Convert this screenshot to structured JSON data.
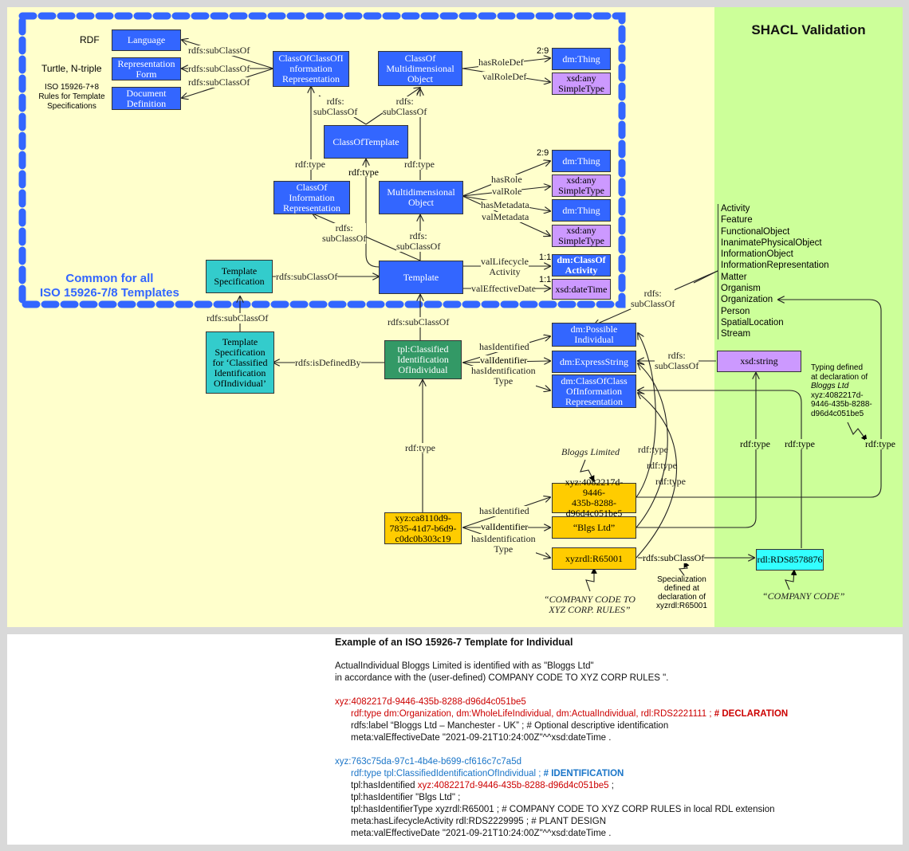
{
  "panels": {
    "shacl_title": "SHACL Validation",
    "common_label": "Common for all\nISO 15926-7/8 Templates"
  },
  "side_notes": {
    "rdf": "RDF",
    "turtle": "Turtle, N-triple",
    "iso_rules": "ISO 15926-7+8\nRules for Template\nSpecifications"
  },
  "nodes": {
    "language": "Language",
    "representation_form": "Representation\nForm",
    "document_definition": "Document\nDefinition",
    "class_of_class_of_info_rep": "ClassOfClassOfI\nnformation\nRepresentation",
    "class_of_multidim_object": "ClassOf\nMultidimensional\nObject",
    "dm_thing_1": "dm:Thing",
    "xsd_any_1": "xsd:any\nSimpleType",
    "class_of_template": "ClassOfTemplate",
    "class_of_info_rep": "ClassOf\nInformation\nRepresentation",
    "multidim_object": "Multidimensional\nObject",
    "dm_thing_2": "dm:Thing",
    "xsd_any_2": "xsd:any\nSimpleType",
    "dm_thing_3": "dm:Thing",
    "xsd_any_3": "xsd:any\nSimpleType",
    "template_specification": "Template\nSpecification",
    "template": "Template",
    "dm_class_of_activity": "dm:ClassOf\nActivity",
    "xsd_datetime": "xsd:dateTime",
    "template_spec_cioi": "Template\nSpecification\nfor ‘Classified\nIdentification\nOfIndividual’",
    "tpl_cioi": "tpl:Classified\nIdentification\nOfIndividual",
    "dm_possible_individual": "dm:Possible\nIndividual",
    "dm_express_string": "dm:ExpressString",
    "dm_cocoir": "dm:ClassOfClass\nOfInformation\nRepresentation",
    "xsd_string": "xsd:string",
    "xyz_instance": "xyz:ca8110d9-\n7835-41d7-b6d9-\nc0dc0b303c19",
    "xyz_bloggs": "xyz:4082217d-9446-\n435b-8288-\nd96d4c051be5",
    "blgs_ltd": "“Blgs Ltd”",
    "xyzrdl": "xyzrdl:R65001",
    "rdl_rds": "rdl:RDS8578876"
  },
  "edge_labels": {
    "subclass_1": "rdfs:subClassOf",
    "subclass_2": "rdfs:subClassOf",
    "subclass_3": "rdfs:subClassOf",
    "rdfs_subclass_split_a": "rdfs:\nsubClassOf",
    "rdfs_subclass_split_b": "rdfs:\nsubClassOf",
    "rdfs_subclass_split_c": "rdfs:\nsubClassOf",
    "rdfs_subclass_split_d": "rdfs:\nsubClassOf",
    "rdfs_subclass_split_e": "rdfs:\nsubClassOf",
    "rdfs_subclass_split_f": "rdfs:\nsubClassOf",
    "has_role_def": "hasRoleDef",
    "val_role_def": "valRoleDef",
    "card_29_a": "2:9",
    "card_29_b": "2:9",
    "rdf_type_a": "rdf:type",
    "rdf_type_b": "rdf:type",
    "rdf_type_c": "rdf:type",
    "has_role": "hasRole",
    "val_role": "valRole",
    "has_metadata": "hasMetadata",
    "val_metadata": "valMetadata",
    "val_lifecycle": "valLifecycle\nActivity",
    "val_effective_date": "valEffectiveDate",
    "card_11_a": "1:1",
    "card_11_b": "1:1",
    "ts_subclass": "rdfs:subClassOf",
    "ts_cioi_subclass": "rdfs:subClassOf",
    "template_subclass": "rdfs:subClassOf",
    "is_defined_by": "rdfs:isDefinedBy",
    "has_identified": "hasIdentified",
    "val_identifier": "valIdentifier",
    "has_identification_type": "hasIdentification\nType",
    "rdf_type_instance": "rdf:type",
    "has_identified_2": "hasIdentified",
    "val_identifier_2": "valIdentifier",
    "has_identification_type_2": "hasIdentification\nType",
    "rdf_type_r1": "rdf:type",
    "rdf_type_r2": "rdf:type",
    "rdf_type_r3": "rdf:type",
    "rdf_type_g1": "rdf:type",
    "rdf_type_g2": "rdf:type",
    "rdf_type_g3": "rdf:type",
    "rdl_subclass": "rdfs:subClassOf"
  },
  "annotations": {
    "bloggs_limited": "Bloggs Limited",
    "company_code_rules": "“COMPANY CODE TO\nXYZ CORP. RULES”",
    "company_code": "“COMPANY CODE”",
    "specialization": "Specialization\ndefined at\ndeclaration of\nxyzrdl:R65001",
    "typing_defined_1": "Typing defined\nat declaration of",
    "typing_defined_italic": "Bloggs Ltd",
    "typing_defined_2": "xyz:4082217d-\n9446-435b-8288-\nd96d4c051be5"
  },
  "shacl_classes": [
    "Activity",
    "Feature",
    "FunctionalObject",
    "InanimatePhysicalObject",
    "InformationObject",
    "InformationRepresentation",
    "Matter",
    "Organism",
    "Organization",
    "Person",
    "SpatialLocation",
    "Stream"
  ],
  "example": {
    "title": "Example of an ISO 15926-7 Template for Individual",
    "intro_1": "ActualIndividual Bloggs Limited is identified with as \"Bloggs Ltd\"",
    "intro_2": "in accordance with the (user-defined) COMPANY CODE TO XYZ CORP RULES \".",
    "decl_subject": "xyz:4082217d-9446-435b-8288-d96d4c051be5",
    "decl_type": "rdf:type dm:Organization, dm:WholeLifeIndividual, dm:ActualIndividual, rdl:RDS2221111 ; ",
    "decl_tag": "# DECLARATION",
    "decl_label": "rdfs:label “Bloggs Ltd – Manchester - UK” ; # Optional descriptive identification",
    "decl_date": "meta:valEffectiveDate \"2021-09-21T10:24:00Z\"^^xsd:dateTime .",
    "id_subject": "xyz:763c75da-97c1-4b4e-b699-cf616c7c7a5d",
    "id_type": "rdf:type tpl:ClassifiedIdentificationOfIndividual ; ",
    "id_tag": "# IDENTIFICATION",
    "id_has_identified_pre": "tpl:hasIdentified ",
    "id_has_identified_val": "xyz:4082217d-9446-435b-8288-d96d4c051be5",
    "id_has_identified_post": " ;",
    "id_has_identifier": "tpl:hasIdentifier \"Blgs Ltd\" ;",
    "id_has_identifier_type": "tpl:hasIdentifierType xyzrdl:R65001 ; # COMPANY CODE TO XYZ CORP RULES in local RDL extension",
    "id_lifecycle": "meta:hasLifecycleActivity  rdl:RDS2229995 ; # PLANT DESIGN",
    "id_date": "meta:valEffectiveDate \"2021-09-21T10:24:00Z\"^^xsd:dateTime ."
  },
  "colors": {
    "ontology_node": "#3366ff",
    "literal_type_node": "#cc99ff",
    "template_spec_node": "#33cccc",
    "template_instance_node": "#339966",
    "individual_node": "#ffcc00",
    "rdl_node": "#33ffff",
    "common_region": "#ffffcc",
    "shacl_region": "#ccff99",
    "dashed_border": "#3366ff"
  }
}
